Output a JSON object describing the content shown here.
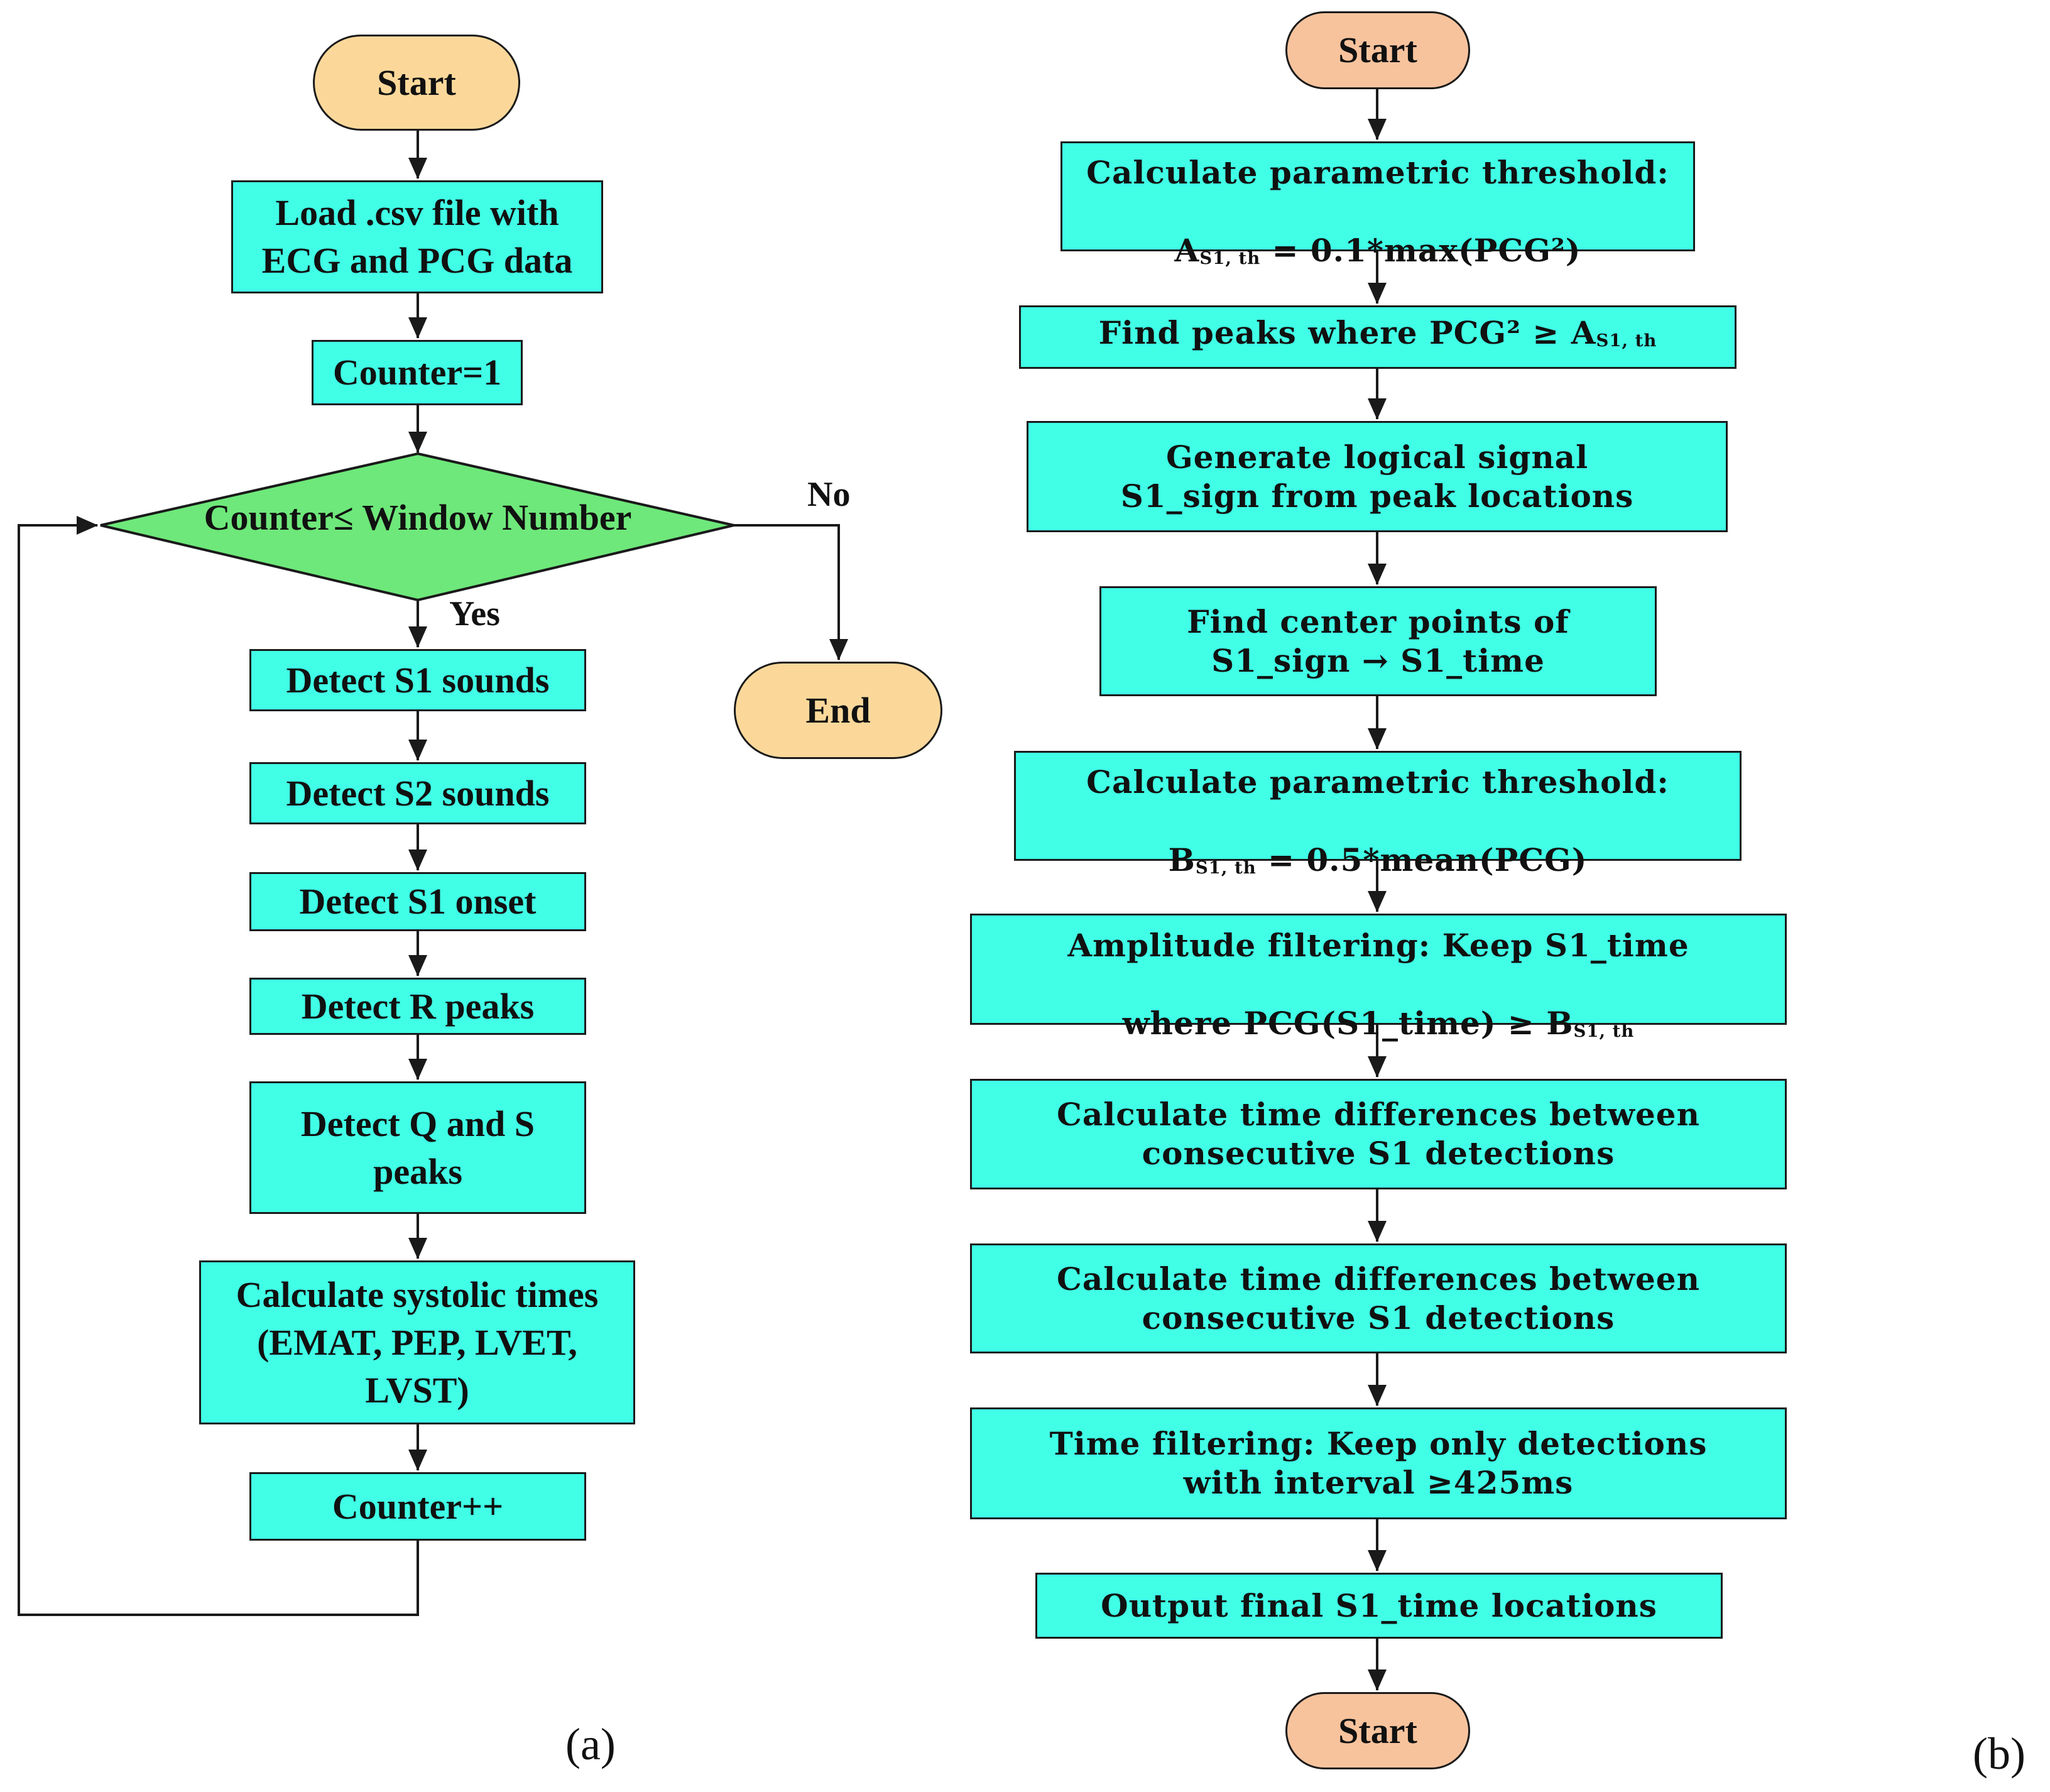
{
  "flowchart_a": {
    "start": "Start",
    "load": "Load .csv file with\nECG and PCG data",
    "counter_init": "Counter=1",
    "decision": "Counter≤ Window Number",
    "no": "No",
    "yes": "Yes",
    "end": "End",
    "detect_s1": "Detect S1 sounds",
    "detect_s2": "Detect S2 sounds",
    "detect_s1_onset": "Detect S1 onset",
    "detect_r": "Detect R peaks",
    "detect_qs": "Detect Q and S\npeaks",
    "calc_systolic": "Calculate systolic times\n(EMAT, PEP, LVET,\nLVST)",
    "counter_inc": "Counter++",
    "panel_label": "(a)"
  },
  "flowchart_b": {
    "start": "Start",
    "threshold_a_line1": "Calculate parametric threshold:",
    "threshold_a_var": "A",
    "threshold_a_sub": "S1, th",
    "threshold_a_expr": " = 0.1*max(PCG²)",
    "find_peaks_text": "Find peaks where PCG² ≥ A",
    "find_peaks_sub": "S1, th",
    "logical_signal": "Generate logical signal\nS1_sign from peak locations",
    "center_points": "Find center points of\nS1_sign → S1_time",
    "threshold_b_line1": "Calculate parametric threshold:",
    "threshold_b_var": "B",
    "threshold_b_sub": "S1, th",
    "threshold_b_expr": " = 0.5*mean(PCG)",
    "amp_filter_line1": "Amplitude filtering: Keep S1_time",
    "amp_filter_line2": "where PCG(S1_time) ≥ B",
    "amp_filter_sub": "S1, th",
    "time_diff_1": "Calculate time differences between\nconsecutive S1 detections",
    "time_diff_2": "Calculate time differences between\nconsecutive S1 detections",
    "time_filter": "Time filtering: Keep only detections\nwith interval ≥425ms",
    "output": "Output final S1_time locations",
    "end": "Start",
    "panel_label": "(b)"
  },
  "colors": {
    "process_fill": "#40ffe6",
    "decision_fill": "#6ee87a",
    "terminal_a_fill": "#fbd89a",
    "terminal_b_fill": "#f7c39d",
    "stroke": "#1a1a1a"
  }
}
